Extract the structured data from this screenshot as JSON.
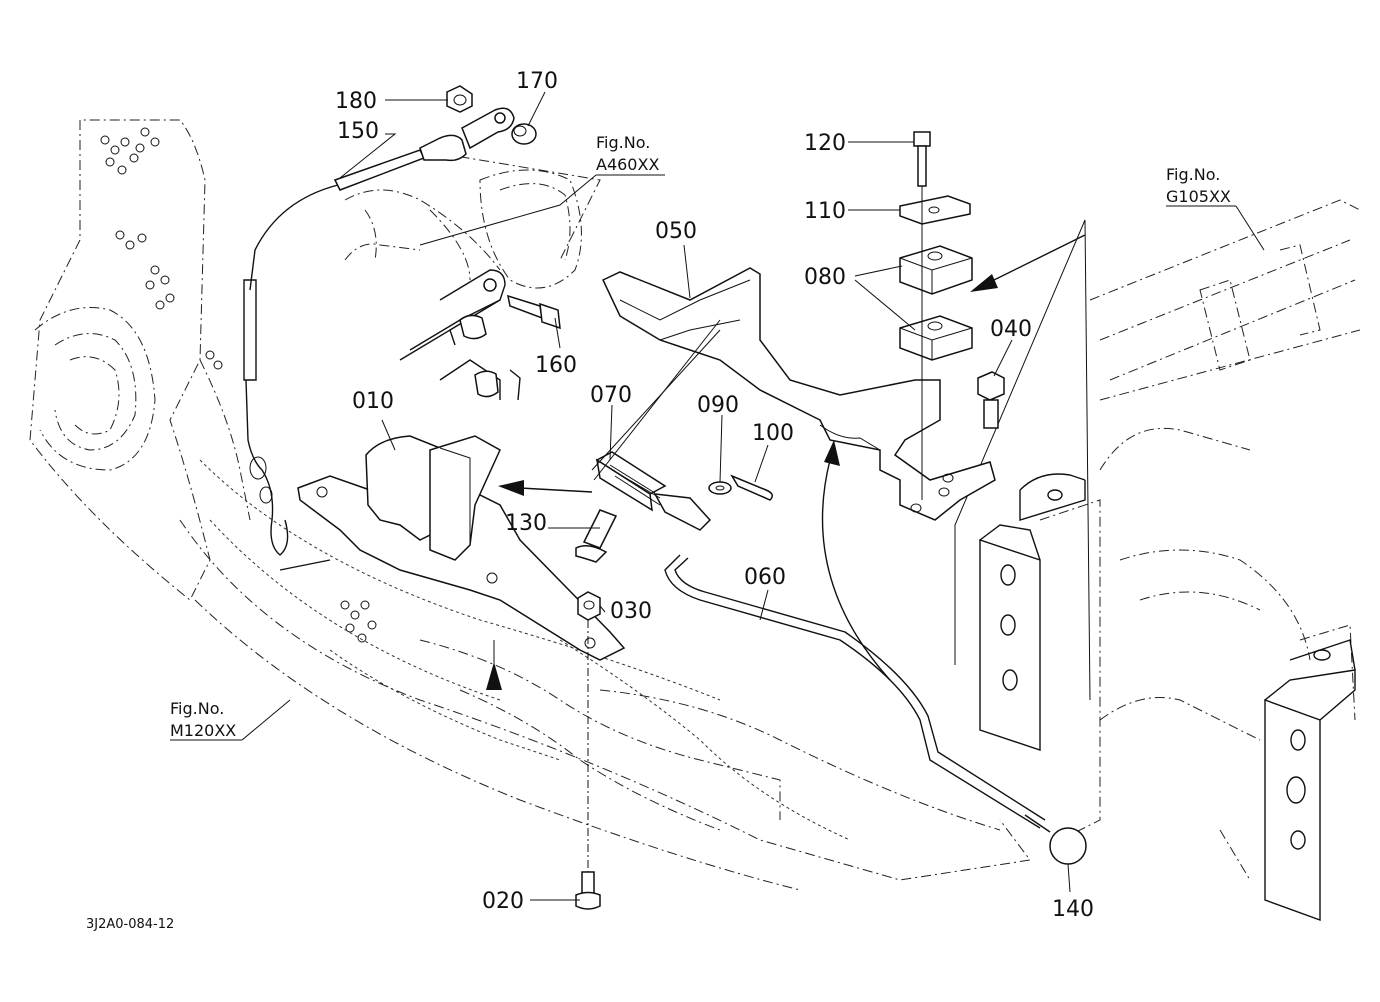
{
  "diagram": {
    "drawing_code": "3J2A0-084-12",
    "callouts": [
      {
        "id": "c010",
        "label": "010"
      },
      {
        "id": "c020",
        "label": "020"
      },
      {
        "id": "c030",
        "label": "030"
      },
      {
        "id": "c040",
        "label": "040"
      },
      {
        "id": "c050",
        "label": "050"
      },
      {
        "id": "c060",
        "label": "060"
      },
      {
        "id": "c070",
        "label": "070"
      },
      {
        "id": "c080",
        "label": "080"
      },
      {
        "id": "c090",
        "label": "090"
      },
      {
        "id": "c100",
        "label": "100"
      },
      {
        "id": "c110",
        "label": "110"
      },
      {
        "id": "c120",
        "label": "120"
      },
      {
        "id": "c130",
        "label": "130"
      },
      {
        "id": "c140",
        "label": "140"
      },
      {
        "id": "c150",
        "label": "150"
      },
      {
        "id": "c160",
        "label": "160"
      },
      {
        "id": "c170",
        "label": "170"
      },
      {
        "id": "c180",
        "label": "180"
      }
    ],
    "figure_refs": [
      {
        "id": "a460",
        "heading": "Fig.No.",
        "code": "A460XX"
      },
      {
        "id": "g105",
        "heading": "Fig.No.",
        "code": "G105XX"
      },
      {
        "id": "m120",
        "heading": "Fig.No.",
        "code": "M120XX"
      }
    ]
  }
}
